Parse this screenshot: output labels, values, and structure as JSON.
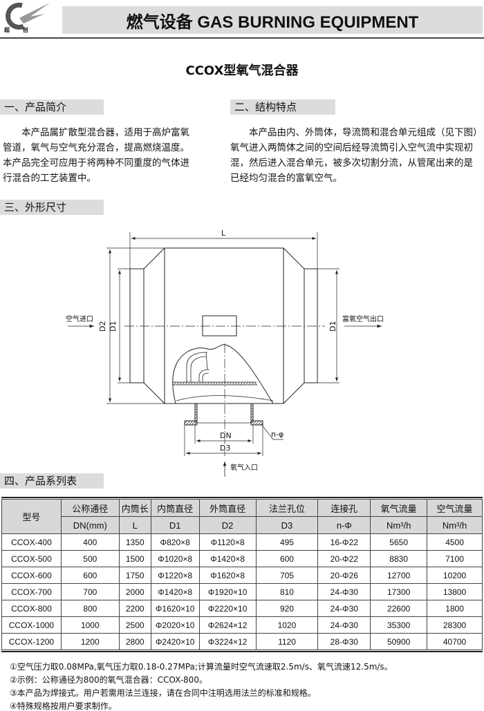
{
  "header": {
    "logo_text": "超 创",
    "banner": "燃气设备 GAS BURNING EQUIPMENT"
  },
  "title": "CCOX型氧气混合器",
  "sections": {
    "intro": {
      "heading": "一、产品简介",
      "text": "本产品属扩散型混合器，适用于高炉富氧管道，氧气与空气充分混合，提高燃烧温度。本产品完全可应用于将两种不同重度的气体进行混合的工艺装置中。"
    },
    "structure": {
      "heading": "二、结构特点",
      "text": "本产品由内、外筒体，导流筒和混合单元组成（见下图）氧气进入两筒体之间的空间后经导流筒引入空气流中实现初混，然后进入混合单元，被多次切割分流，从管尾出来的是已经均匀混合的富氧空气。"
    },
    "dimensions": {
      "heading": "三、外形尺寸"
    },
    "series": {
      "heading": "四、产品系列表"
    }
  },
  "diagram": {
    "L": "L",
    "D2": "D2",
    "D1_left": "D1",
    "D1_right": "D1",
    "DN": "DN",
    "D3": "D3",
    "n_phi": "n-φ",
    "air_in": "空气进口",
    "air_out": "富氧空气出口",
    "oxygen_in": "氧气入口"
  },
  "table": {
    "headers": [
      [
        "型号",
        ""
      ],
      [
        "公称通径",
        "DN(mm)"
      ],
      [
        "内筒长",
        "L"
      ],
      [
        "内筒直径",
        "D1"
      ],
      [
        "外筒直径",
        "D2"
      ],
      [
        "法兰孔位",
        "D3"
      ],
      [
        "连接孔",
        "n-Φ"
      ],
      [
        "氧气流量",
        "Nm³/h"
      ],
      [
        "空气流量",
        "Nm³/h"
      ]
    ],
    "rows": [
      [
        "CCOX-400",
        "400",
        "1350",
        "Φ820×8",
        "Φ1120×8",
        "495",
        "16-Φ22",
        "5650",
        "4500"
      ],
      [
        "CCOX-500",
        "500",
        "1500",
        "Φ1020×8",
        "Φ1420×8",
        "600",
        "20-Φ22",
        "8830",
        "7100"
      ],
      [
        "CCOX-600",
        "600",
        "1750",
        "Φ1220×8",
        "Φ1620×8",
        "705",
        "20-Φ26",
        "12700",
        "10200"
      ],
      [
        "CCOX-700",
        "700",
        "2000",
        "Φ1420×8",
        "Φ1920×10",
        "810",
        "24-Φ30",
        "17300",
        "13800"
      ],
      [
        "CCOX-800",
        "800",
        "2200",
        "Φ1620×10",
        "Φ2220×10",
        "920",
        "24-Φ30",
        "22600",
        "1800"
      ],
      [
        "CCOX-1000",
        "1000",
        "2500",
        "Φ2020×10",
        "Φ2624×12",
        "1020",
        "24-Φ30",
        "35300",
        "28300"
      ],
      [
        "CCOX-1200",
        "1200",
        "2800",
        "Φ2420×10",
        "Φ3224×12",
        "1120",
        "28-Φ30",
        "50900",
        "40700"
      ]
    ]
  },
  "notes": [
    "①空气压力取0.08MPa,氧气压力取0.18-0.27MPa;计算流量时空气流速取2.5m/s、氧气流速12.5m/s。",
    "②示例：公称通径为800的氧气混合器：CCOX-800。",
    "③本产品为焊接式。用户若需用法兰连接，请在合同中注明选用法兰的标准和规格。",
    "④特殊规格按用户要求制作。"
  ]
}
